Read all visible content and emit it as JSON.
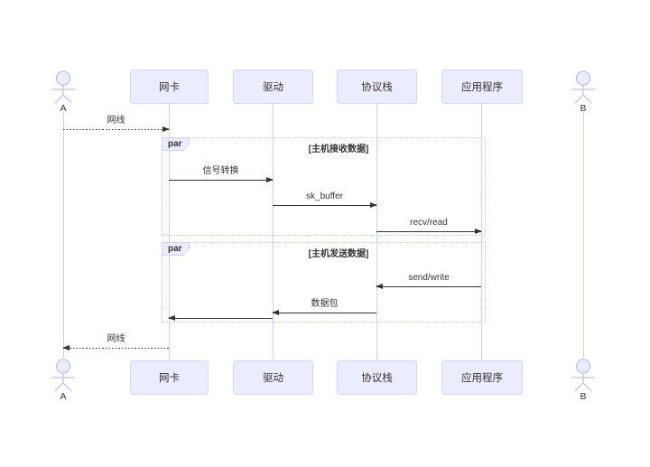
{
  "diagram_type": "sequence-diagram",
  "actors": [
    {
      "label": "A"
    },
    {
      "label": "B"
    }
  ],
  "participants": [
    {
      "label": "网卡"
    },
    {
      "label": "驱动"
    },
    {
      "label": "协议栈"
    },
    {
      "label": "应用程序"
    }
  ],
  "blocks": [
    {
      "keyword": "par",
      "title": "[主机接收数据]"
    },
    {
      "keyword": "par",
      "title": "[主机发送数据]"
    }
  ],
  "messages": [
    {
      "from": "A",
      "to": "网卡",
      "label": "网线",
      "line": "dotted"
    },
    {
      "from": "网卡",
      "to": "驱动",
      "label": "信号转换",
      "line": "solid"
    },
    {
      "from": "驱动",
      "to": "协议栈",
      "label": "sk_buffer",
      "line": "solid"
    },
    {
      "from": "协议栈",
      "to": "应用程序",
      "label": "recv/read",
      "line": "solid"
    },
    {
      "from": "应用程序",
      "to": "协议栈",
      "label": "send/write",
      "line": "solid"
    },
    {
      "from": "协议栈",
      "to": "驱动",
      "label": "数据包",
      "line": "solid"
    },
    {
      "from": "驱动",
      "to": "网卡",
      "label": "",
      "line": "solid"
    },
    {
      "from": "网卡",
      "to": "A",
      "label": "网线",
      "line": "dotted"
    }
  ],
  "colors": {
    "background": "#FFFFFF",
    "participant_fill": "#ECECFF",
    "participant_border": "#D8D5F2",
    "lifeline": "#CFCFEA",
    "frame_border": "#C5C5EC",
    "message_line": "#333333",
    "text": "#333333"
  }
}
